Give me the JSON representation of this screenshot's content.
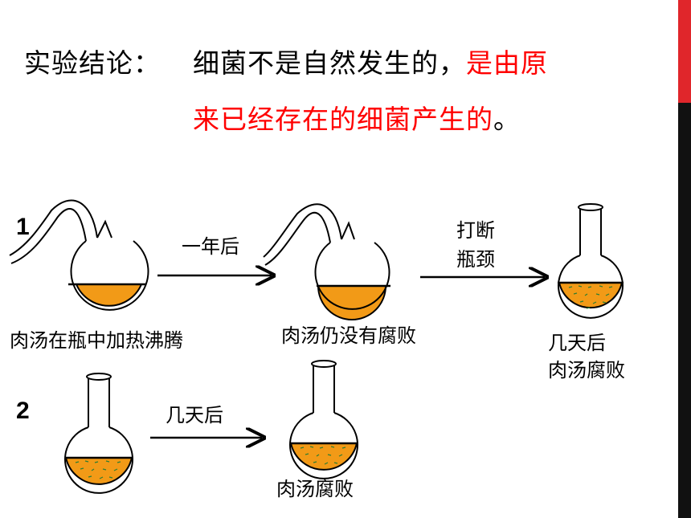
{
  "conclusion": {
    "label": "实验结论：",
    "line1_black": "细菌不是自然发生的，",
    "line1_red": "是由原",
    "line2_red": "来已经存在的细菌产生的",
    "line2_end": "。"
  },
  "row1": {
    "number": "1",
    "flask1_caption": "肉汤在瓶中加热沸腾",
    "arrow1_label": "一年后",
    "flask2_caption": "肉汤仍没有腐败",
    "arrow2_label_line1": "打断",
    "arrow2_label_line2": "瓶颈",
    "flask3_caption_line1": "几天后",
    "flask3_caption_line2": "肉汤腐败"
  },
  "row2": {
    "number": "2",
    "arrow_label": "几天后",
    "flask2_caption": "肉汤腐败"
  },
  "colors": {
    "broth": "#f29a17",
    "bacteria": "#2e7d32",
    "accent_red": "#ff0000",
    "side_bar_red": "#e0262b",
    "side_bar_dark": "#111111"
  }
}
